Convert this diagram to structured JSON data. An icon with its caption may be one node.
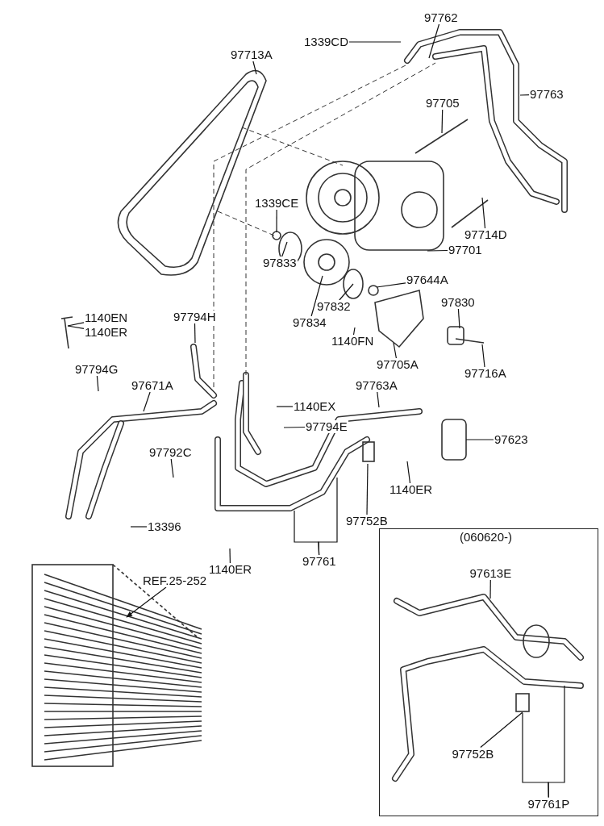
{
  "diagram": {
    "nodes": [
      {
        "text": [
          "97713A"
        ]
      },
      {
        "text": [
          "97762"
        ]
      },
      {
        "text": [
          "1339CD"
        ]
      },
      {
        "text": [
          "97763"
        ]
      },
      {
        "text": [
          "97705"
        ]
      },
      {
        "text": [
          "1339CE"
        ]
      },
      {
        "text": [
          "97714D"
        ]
      },
      {
        "text": [
          "97701"
        ]
      },
      {
        "text": [
          "97833"
        ]
      },
      {
        "text": [
          "97644A"
        ]
      },
      {
        "text": [
          "97832"
        ]
      },
      {
        "text": [
          "97834"
        ]
      },
      {
        "text": [
          "97830"
        ]
      },
      {
        "text": [
          "1140EN"
        ]
      },
      {
        "text": [
          "1140ER"
        ]
      },
      {
        "text": [
          "97794H"
        ]
      },
      {
        "text": [
          "1140FN"
        ]
      },
      {
        "text": [
          "97794G"
        ]
      },
      {
        "text": [
          "97671A"
        ]
      },
      {
        "text": [
          "97705A"
        ]
      },
      {
        "text": [
          "97716A"
        ]
      },
      {
        "text": [
          "97763A"
        ]
      },
      {
        "text": [
          "1140EX"
        ]
      },
      {
        "text": [
          "97794E"
        ]
      },
      {
        "text": [
          "97623"
        ]
      },
      {
        "text": [
          "97792C"
        ]
      },
      {
        "text": [
          "1140ER"
        ]
      },
      {
        "text": [
          "13396"
        ]
      },
      {
        "text": [
          "97752B"
        ]
      },
      {
        "text": [
          "97761"
        ]
      },
      {
        "text": [
          "1140ER"
        ]
      },
      {
        "text": [
          "REF.25-252"
        ]
      },
      {
        "text": [
          "(060620-)"
        ]
      },
      {
        "text": [
          "97613E"
        ],
        "in": 32
      },
      {
        "text": [
          "97752B"
        ],
        "in": 32
      },
      {
        "text": [
          "97761P"
        ],
        "in": 32
      }
    ],
    "edges": [
      {
        "from": 0,
        "to": null,
        "arrow": "none"
      },
      {
        "from": 1,
        "to": null,
        "arrow": "none"
      },
      {
        "from": 2,
        "to": null,
        "arrow": "none"
      },
      {
        "from": 3,
        "to": null,
        "arrow": "none"
      },
      {
        "from": 4,
        "to": null,
        "arrow": "none"
      },
      {
        "from": 5,
        "to": null,
        "arrow": "none"
      },
      {
        "from": 6,
        "to": null,
        "arrow": "none"
      },
      {
        "from": 7,
        "to": null,
        "arrow": "none"
      },
      {
        "from": 8,
        "to": null,
        "arrow": "none"
      },
      {
        "from": 9,
        "to": null,
        "arrow": "none"
      },
      {
        "from": 10,
        "to": null,
        "arrow": "none"
      },
      {
        "from": 11,
        "to": null,
        "arrow": "none"
      },
      {
        "from": 12,
        "to": null,
        "arrow": "none"
      },
      {
        "from": 13,
        "to": null,
        "arrow": "none"
      },
      {
        "from": 14,
        "to": null,
        "arrow": "none"
      },
      {
        "from": 15,
        "to": null,
        "arrow": "none"
      },
      {
        "from": 16,
        "to": null,
        "arrow": "none"
      },
      {
        "from": 17,
        "to": null,
        "arrow": "none"
      },
      {
        "from": 18,
        "to": null,
        "arrow": "none"
      },
      {
        "from": 19,
        "to": null,
        "arrow": "none"
      },
      {
        "from": 20,
        "to": null,
        "arrow": "none"
      },
      {
        "from": 21,
        "to": null,
        "arrow": "none"
      },
      {
        "from": 22,
        "to": null,
        "arrow": "none"
      },
      {
        "from": 23,
        "to": null,
        "arrow": "none"
      },
      {
        "from": 24,
        "to": null,
        "arrow": "none"
      },
      {
        "from": 25,
        "to": null,
        "arrow": "none"
      },
      {
        "from": 26,
        "to": null,
        "arrow": "none"
      },
      {
        "from": 27,
        "to": null,
        "arrow": "none"
      },
      {
        "from": 28,
        "to": null,
        "arrow": "none"
      },
      {
        "from": 29,
        "to": null,
        "arrow": "none"
      },
      {
        "from": 29,
        "to": null,
        "arrow": "none"
      },
      {
        "from": 30,
        "to": null,
        "arrow": "none"
      },
      {
        "from": 31,
        "to": null,
        "arrow": "to"
      },
      {
        "from": 33,
        "to": null,
        "arrow": "none"
      },
      {
        "from": 34,
        "to": null,
        "arrow": "none"
      },
      {
        "from": 35,
        "to": null,
        "arrow": "none"
      },
      {
        "from": 35,
        "to": null,
        "arrow": "none"
      }
    ]
  }
}
